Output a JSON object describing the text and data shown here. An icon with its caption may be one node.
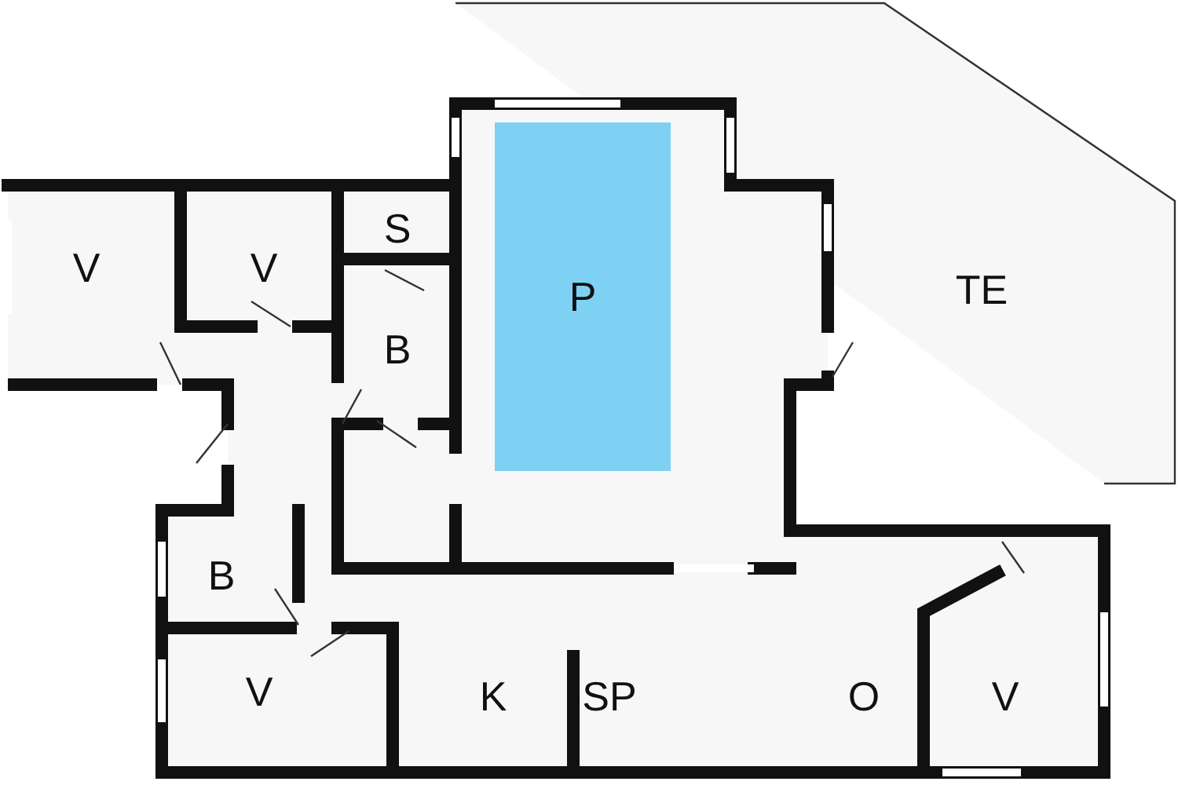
{
  "diagram": {
    "nodes": [
      {
        "text": [
          "P"
        ]
      }
    ],
    "labels": [
      "V",
      "V",
      "S",
      "TE",
      "B",
      "B",
      "V",
      "K",
      "SP",
      "O",
      "V"
    ]
  }
}
